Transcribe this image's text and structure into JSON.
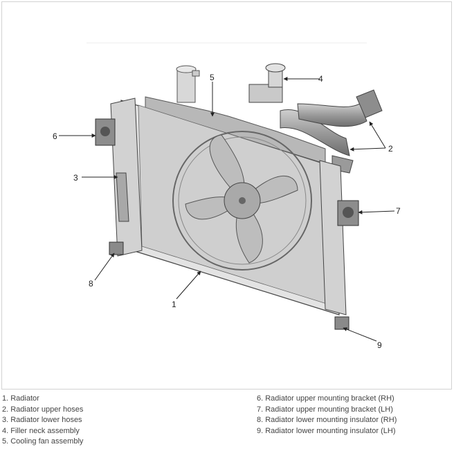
{
  "figure": {
    "callouts": [
      "1",
      "2",
      "3",
      "4",
      "5",
      "6",
      "7",
      "8",
      "9"
    ]
  },
  "legend": {
    "left": [
      "1. Radiator",
      "2. Radiator upper hoses",
      "3. Radiator lower hoses",
      "4. Filler neck assembly",
      "5. Cooling fan assembly"
    ],
    "right": [
      "6. Radiator upper mounting bracket (RH)",
      "7. Radiator upper mounting bracket (LH)",
      "8. Radiator lower mounting insulator (RH)",
      "9. Radiator lower mounting insulator (LH)"
    ]
  }
}
